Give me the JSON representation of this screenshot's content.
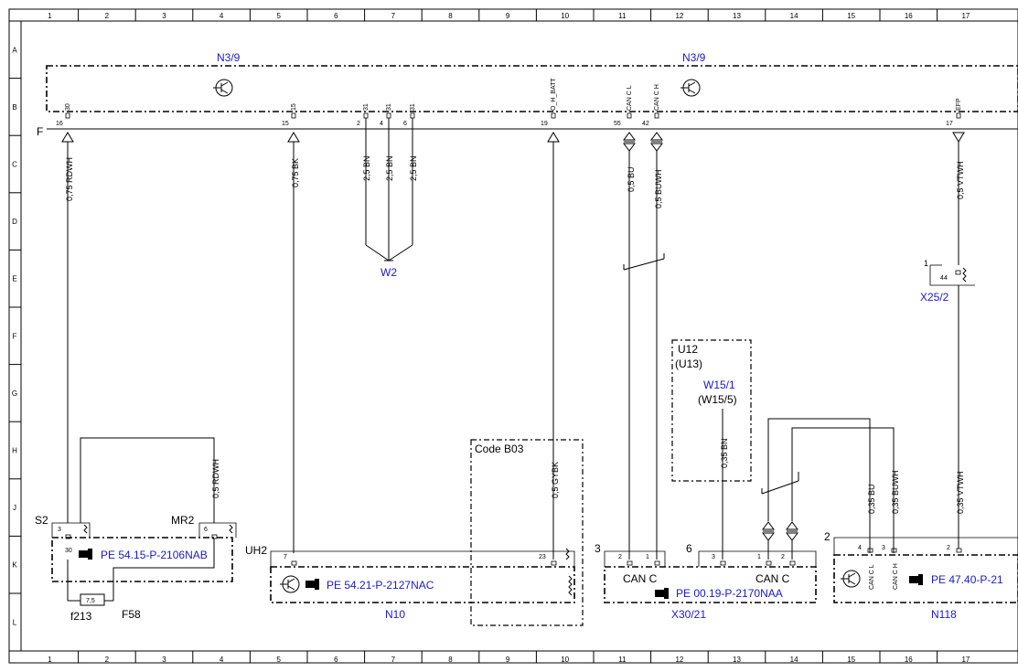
{
  "grid": {
    "columns": [
      "1",
      "2",
      "3",
      "4",
      "5",
      "6",
      "7",
      "8",
      "9",
      "10",
      "11",
      "12",
      "13",
      "14",
      "15",
      "16",
      "17"
    ],
    "rows": [
      "A",
      "B",
      "C",
      "D",
      "E",
      "F",
      "G",
      "H",
      "J",
      "K",
      "L"
    ]
  },
  "components": {
    "n39_left": "N3/9",
    "n39_right": "N3/9",
    "w2": "W2",
    "x25_2": "X25/2",
    "n10": "N10",
    "x30_21": "X30/21",
    "n118": "N118",
    "f58": "F58",
    "u12": "U12",
    "u13": "(U13)",
    "w15_1": "W15/1",
    "w15_5": "(W15/5)",
    "code_b03": "Code B03"
  },
  "labels": {
    "f": "F",
    "s2": "S2",
    "mr2": "MR2",
    "uh2": "UH2",
    "f213": "f213",
    "fuse_value": "7,5",
    "can_c": "CAN C",
    "x25_pin1": "1",
    "x25_pin44": "44",
    "n10_num3": "3",
    "x30_num6": "6",
    "n118_num2": "2"
  },
  "refs": {
    "pe_f58": "PE 54.15-P-2106NAB",
    "pe_n10": "PE 54.21-P-2127NAC",
    "pe_x30": "PE 00.19-P-2170NAA",
    "pe_n118": "PE 47.40-P-21"
  },
  "pins_top": {
    "p30": "30",
    "p15": "15",
    "p31a": "31",
    "p31b": "31",
    "p31c": "31",
    "pobatt": "O_H_BATT",
    "pcanl": "CAN C L",
    "pcanh": "CAN C H",
    "pefp": "EFP"
  },
  "pin_numbers": {
    "n16": "16",
    "n15": "15",
    "n2": "2",
    "n4": "4",
    "n6": "6",
    "n19": "19",
    "n55": "55",
    "n42": "42",
    "n17": "17"
  },
  "wires": {
    "w_rdwh": "0,75 RDWH",
    "w_bk": "0,75 BK",
    "w_bn1": "2,5 BN",
    "w_bn2": "2,5 BN",
    "w_bn3": "2,5 BN",
    "w_bu": "0,5 BU",
    "w_buwh": "0,5 BUWH",
    "w_vtwh": "0,5 VTWH",
    "w_rdwh2": "0,5 RDWH",
    "w_gybk": "0,5 GYBK",
    "w_bn035": "0,35 BN",
    "w_bu035": "0,35 BU",
    "w_buwh035": "0,35 BUWH",
    "w_vtwh035": "0,35 VTWH"
  },
  "bottom_pins": {
    "s2_3": "3",
    "s2_30": "30",
    "mr2_6": "6",
    "n10_7": "7",
    "n10_23": "23",
    "x30_2": "2",
    "x30_1": "1",
    "x30_3": "3",
    "x30_1b": "1",
    "x30_2b": "2",
    "n118_4": "4",
    "n118_3": "3",
    "n118_2": "2",
    "n118_canl": "CAN C L",
    "n118_canh": "CAN C H"
  },
  "colors": {
    "line": "#000000",
    "component_label": "#1a1acc",
    "background": "#ffffff"
  }
}
